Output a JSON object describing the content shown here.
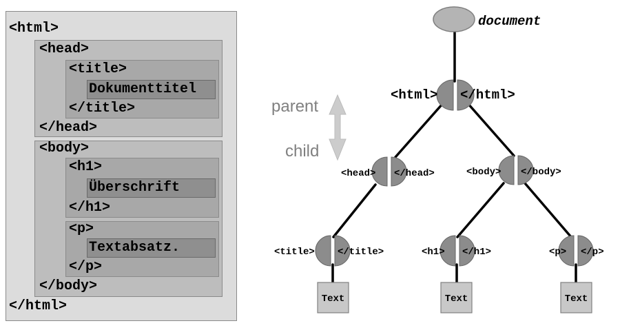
{
  "code": {
    "html_open": "<html>",
    "html_close": "</html>",
    "head_open": "<head>",
    "head_close": "</head>",
    "title_open": "<title>",
    "title_close": "</title>",
    "title_text": "Dokumenttitel",
    "body_open": "<body>",
    "body_close": "</body>",
    "h1_open": "<h1>",
    "h1_close": "</h1>",
    "h1_text": "Überschrift",
    "p_open": "<p>",
    "p_close": "</p>",
    "p_text": "Textabsatz."
  },
  "tree": {
    "root_label": "document",
    "html": {
      "open": "<html>",
      "close": "</html>"
    },
    "head": {
      "open": "<head>",
      "close": "</head>"
    },
    "body": {
      "open": "<body>",
      "close": "</body>"
    },
    "title": {
      "open": "<title>",
      "close": "</title>"
    },
    "h1": {
      "open": "<h1>",
      "close": "</h1>"
    },
    "p": {
      "open": "<p>",
      "close": "</p>"
    },
    "text_leaf": "Text",
    "parent_label": "parent",
    "child_label": "child"
  },
  "colors": {
    "node_fill": "#8c8c8c",
    "root_fill": "#b4b4b4",
    "leaf_fill": "#c8c8c8",
    "arrow_fill": "#cccccc"
  }
}
